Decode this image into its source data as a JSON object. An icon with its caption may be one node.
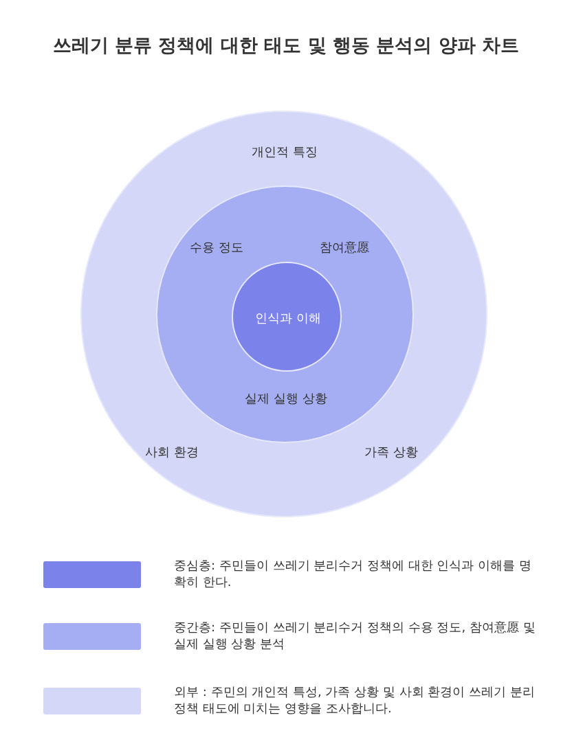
{
  "diagram": {
    "title": "쓰레기 분류 정책에 대한 태도 및 행동 분석의 양파 차트",
    "nodes": [
      {
        "text": [
          "개인적 특징",
          "사회 환경",
          "가족 상황"
        ]
      },
      {
        "text": [
          "수용 정도",
          "참여意愿",
          "실제 실행 상황"
        ],
        "in": 0
      },
      {
        "text": [
          "인식과 이해"
        ],
        "in": 1
      }
    ],
    "edges": [],
    "legend": [
      {
        "text": "중심층: 주민들이 쓰레기 분리수거 정책에 대한 인식과 이해를 명확히 한다.",
        "color": "#7b83eb"
      },
      {
        "text": "중간층: 주민들이 쓰레기 분리수거 정책의 수용 정도, 참여意愿 및 실제 실행 상황 분석",
        "color": "#a5adf3"
      },
      {
        "text": "외부 : 주민의 개인적 특성, 가족 상황 및 사회 환경이 쓰레기 분리 정책 태도에 미치는 영향을 조사합니다.",
        "color": "#d4d7f8"
      }
    ]
  }
}
